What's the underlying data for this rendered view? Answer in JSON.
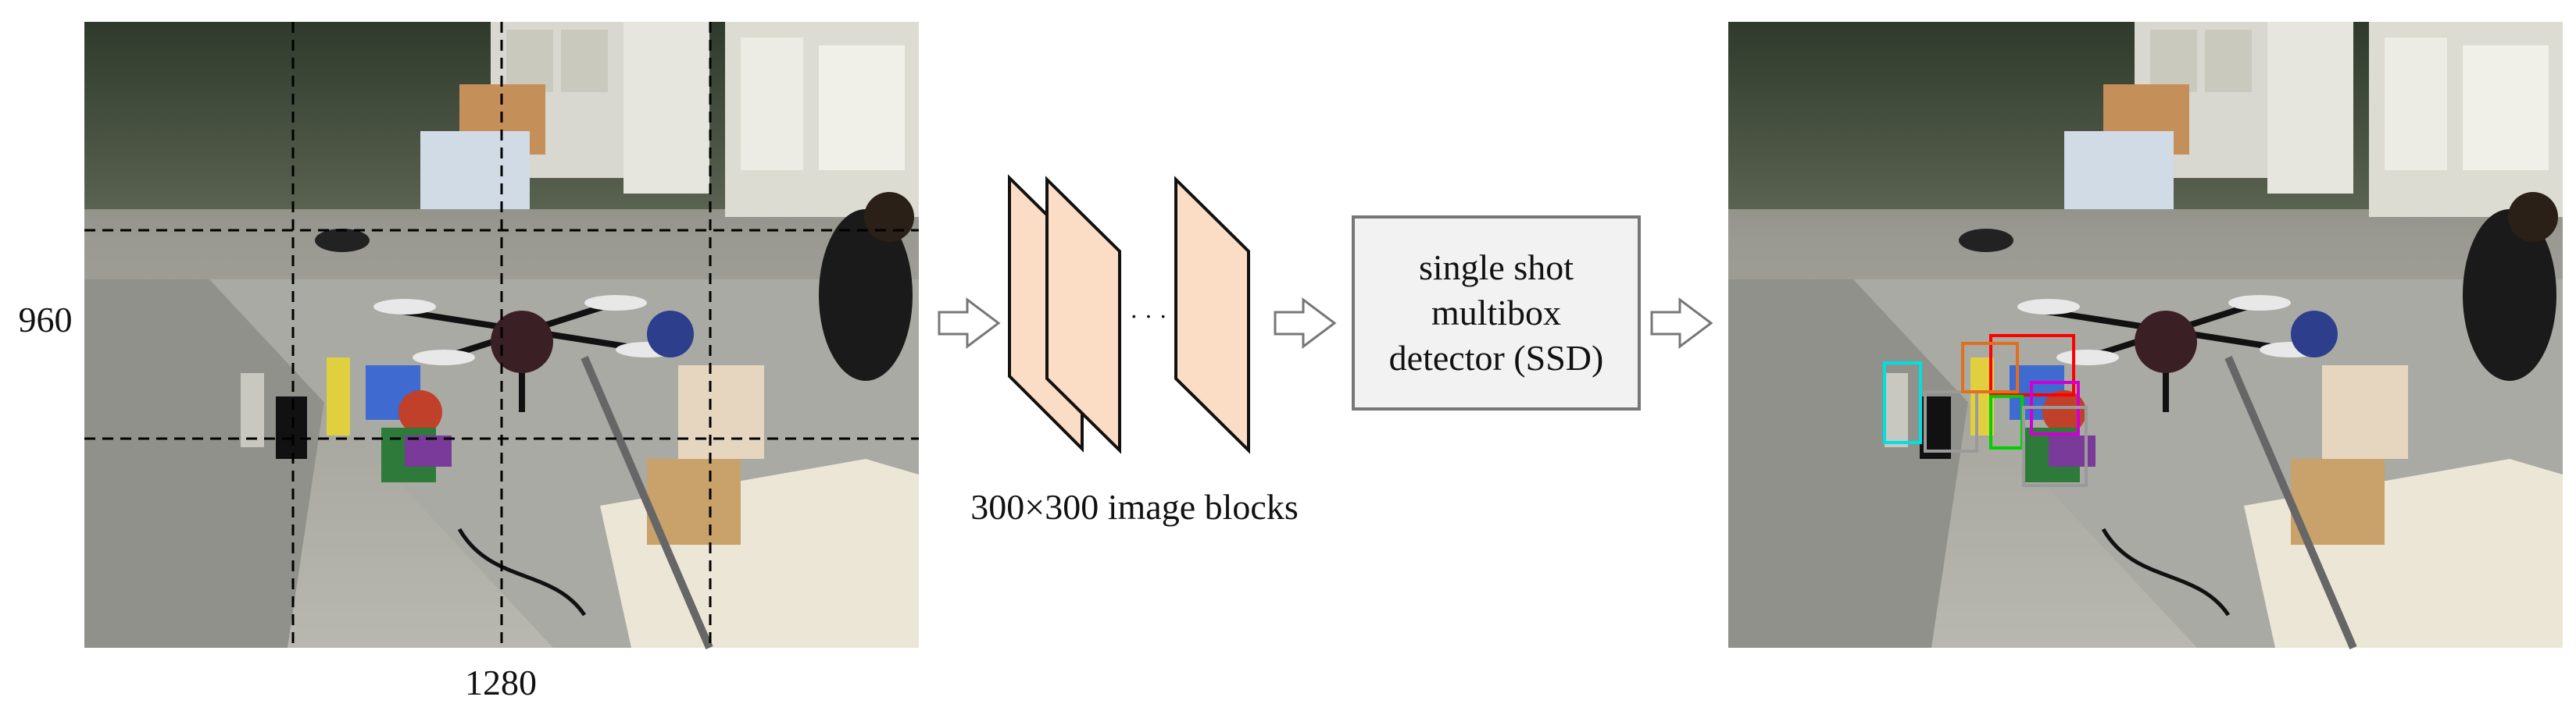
{
  "input_image": {
    "height_label": "960",
    "width_label": "1280",
    "grid_columns": 4,
    "grid_rows": 3
  },
  "blocks": {
    "label": "300×300 image blocks",
    "ellipsis": "· · ·"
  },
  "detector": {
    "line1": "single shot",
    "line2": "multibox",
    "line3": "detector (SSD)"
  },
  "output_image": {
    "box_colors": [
      "#00e0e0",
      "#9a9a9a",
      "#ff0000",
      "#e07020",
      "#00d000",
      "#d000d0",
      "#9a9a9a"
    ]
  },
  "colors": {
    "block_fill": "#fbdcc4",
    "detector_fill": "#f2f2f2",
    "grid_line": "#000000"
  }
}
